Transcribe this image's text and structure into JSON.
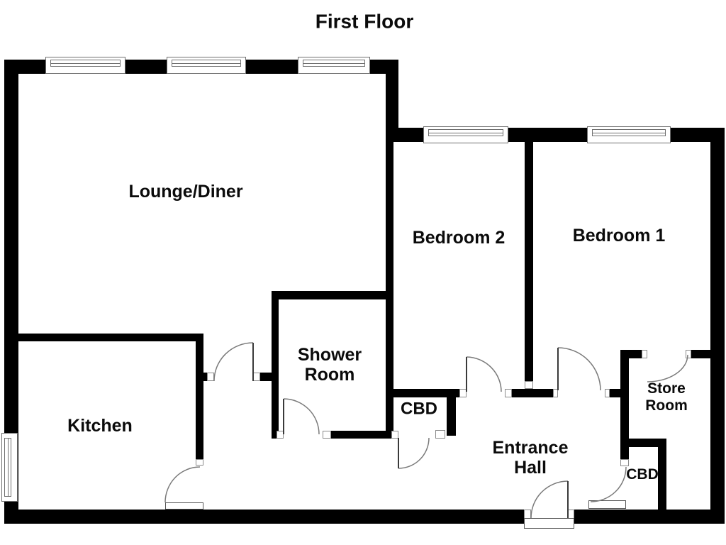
{
  "title": "First Floor",
  "colors": {
    "wall": "#000000",
    "detail_line": "#777777",
    "background": "#ffffff",
    "text": "#0b0b0b"
  },
  "rooms": {
    "lounge_diner": {
      "label": "Lounge/Diner"
    },
    "bedroom_2": {
      "label": "Bedroom 2"
    },
    "bedroom_1": {
      "label": "Bedroom 1"
    },
    "shower_room": {
      "label": "Shower\nRoom"
    },
    "kitchen": {
      "label": "Kitchen"
    },
    "cbd_hall": {
      "label": "CBD"
    },
    "entrance_hall": {
      "label": "Entrance\nHall"
    },
    "store_room": {
      "label": "Store\nRoom"
    },
    "cbd_store": {
      "label": "CBD"
    }
  },
  "symbols": {
    "windows": [
      "lounge-top-1",
      "lounge-top-2",
      "lounge-top-3",
      "bedroom-2-top",
      "bedroom-1-top",
      "kitchen-left"
    ],
    "doors": [
      "lounge-to-corridor",
      "kitchen",
      "shower-room",
      "cbd-hall",
      "bedroom-2",
      "bedroom-1",
      "store-room",
      "cbd-store",
      "front-entrance"
    ]
  }
}
